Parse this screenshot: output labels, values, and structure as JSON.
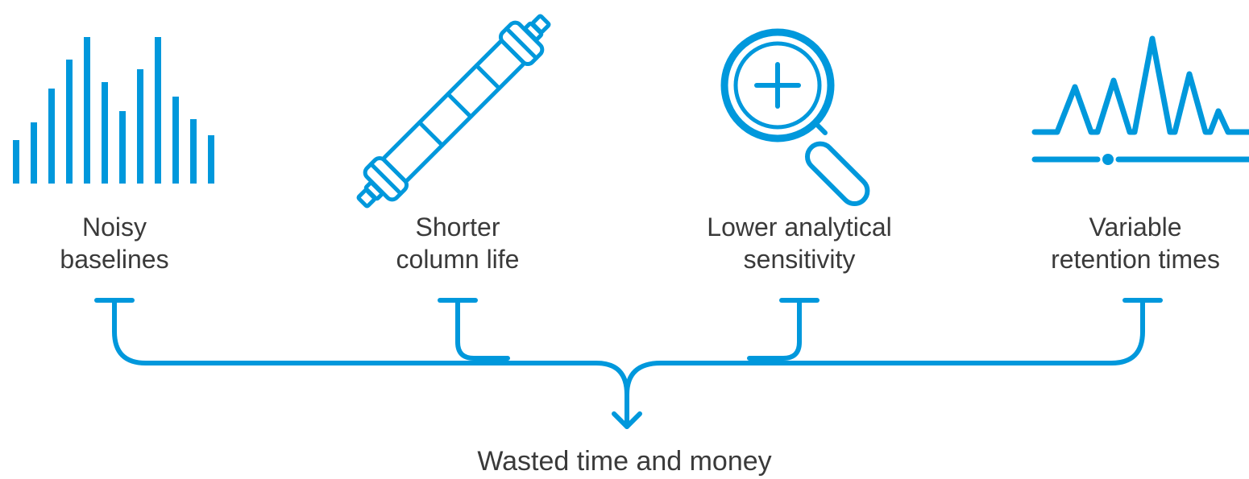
{
  "accent_color": "#0098dc",
  "causes": [
    {
      "icon": "noisy-baseline-icon",
      "line1": "Noisy",
      "line2": "baselines"
    },
    {
      "icon": "column-icon",
      "line1": "Shorter",
      "line2": "column life"
    },
    {
      "icon": "magnifier-plus-icon",
      "line1": "Lower analytical",
      "line2": "sensitivity"
    },
    {
      "icon": "chromatogram-peaks-icon",
      "line1": "Variable",
      "line2": "retention times"
    }
  ],
  "outcome": "Wasted time and money"
}
